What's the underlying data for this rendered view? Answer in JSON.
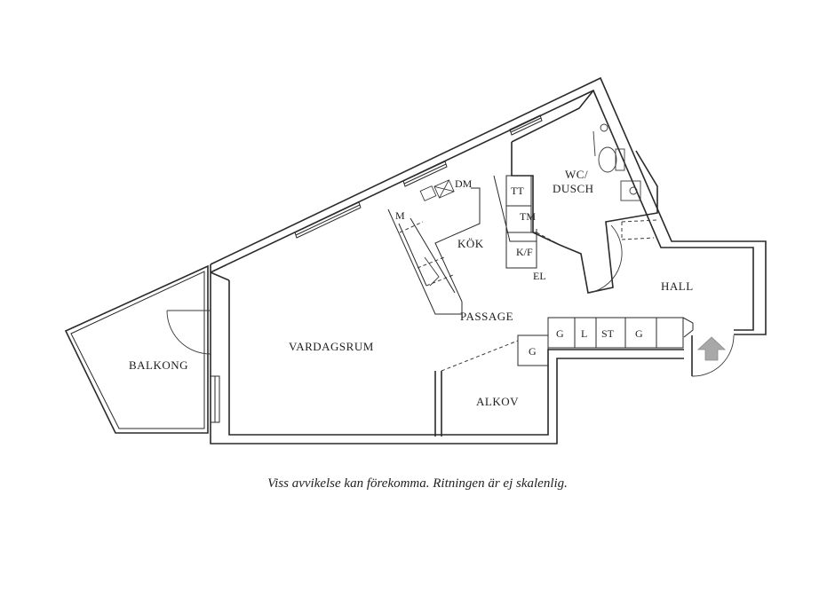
{
  "rooms": {
    "balkong": "BALKONG",
    "vardagsrum": "VARDAGSRUM",
    "kok": "KÖK",
    "passage": "PASSAGE",
    "alkov": "ALKOV",
    "hall": "HALL",
    "wc_line1": "WC/",
    "wc_line2": "DUSCH"
  },
  "fixtures": {
    "diskmaskin": "DM",
    "mikro": "M",
    "torktumlare": "TT",
    "tvattmaskin": "TM",
    "kyl_frys": "K/F",
    "el": "EL",
    "garderob_1": "G",
    "linne": "L",
    "stadskap": "ST",
    "garderob_2": "G",
    "garderob_3": "G"
  },
  "caption": "Viss avvikelse kan förekomma. Ritningen är ej skalenlig."
}
